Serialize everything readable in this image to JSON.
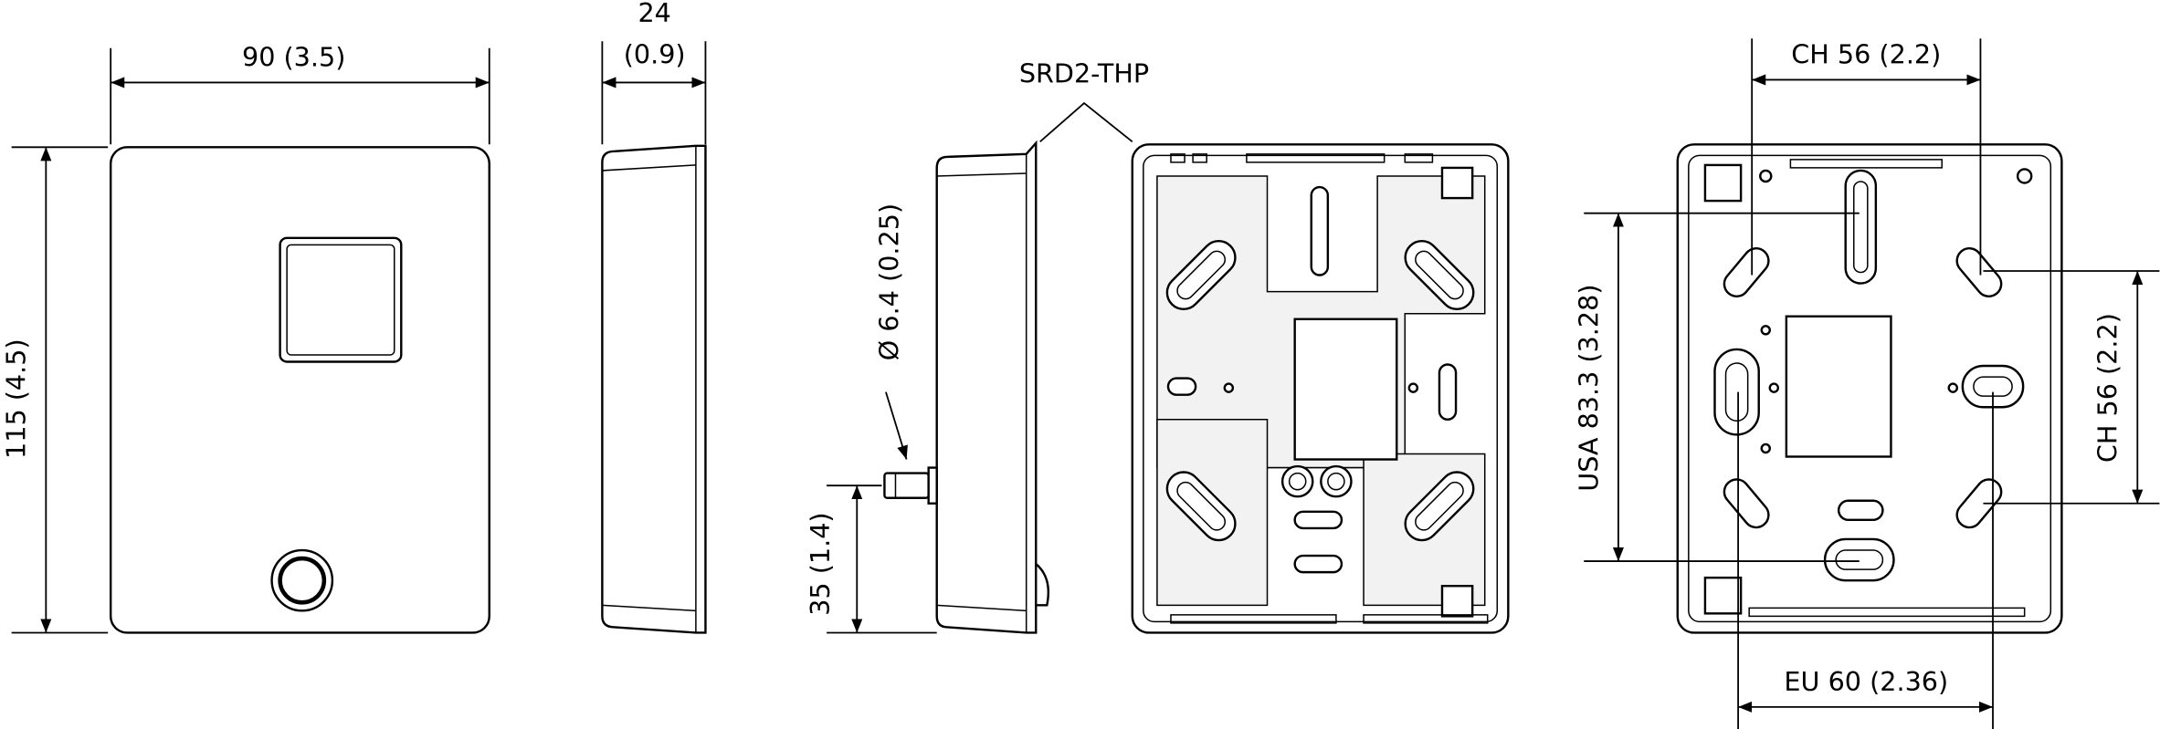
{
  "front_view": {
    "width_label": "90 (3.5)",
    "height_label": "115 (4.5)"
  },
  "side_view": {
    "depth_label_value": "24",
    "depth_label_inch": "(0.9)"
  },
  "probe_view": {
    "diameter_label": "Ø 6.4 (0.25)",
    "height_label": "35 (1.4)"
  },
  "model_label": "SRD2-THP",
  "back_view": {
    "top_label": "CH 56 (2.2)",
    "left_label": "USA 83.3 (3.28)",
    "right_label": "CH 56 (2.2)",
    "bottom_label": "EU 60 (2.36)"
  }
}
